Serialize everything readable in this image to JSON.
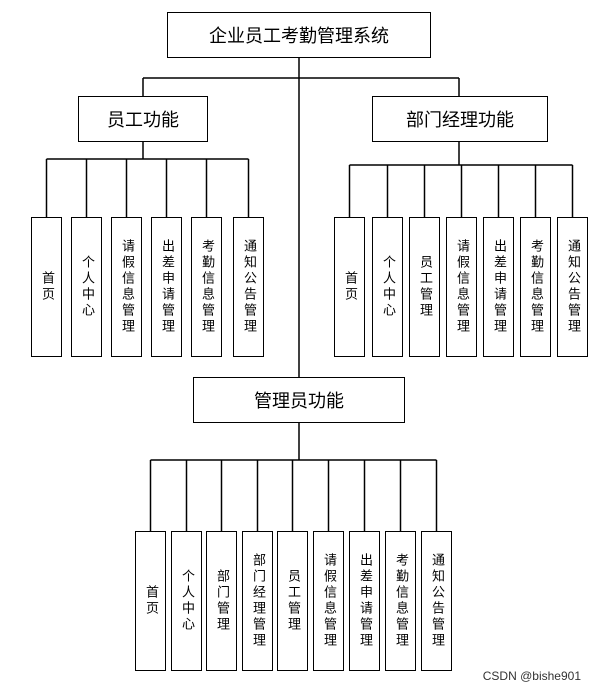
{
  "title": "企业员工考勤管理系统",
  "groups": [
    {
      "label": "员工功能",
      "items": [
        "首页",
        "个人中心",
        "请假信息管理",
        "出差申请管理",
        "考勤信息管理",
        "通知公告管理"
      ]
    },
    {
      "label": "部门经理功能",
      "items": [
        "首页",
        "个人中心",
        "员工管理",
        "请假信息管理",
        "出差申请管理",
        "考勤信息管理",
        "通知公告管理"
      ]
    },
    {
      "label": "管理员功能",
      "items": [
        "首页",
        "个人中心",
        "部门管理",
        "部门经理管理",
        "员工管理",
        "请假信息管理",
        "出差申请管理",
        "考勤信息管理",
        "通知公告管理"
      ]
    }
  ],
  "watermark": "CSDN @bishe901"
}
